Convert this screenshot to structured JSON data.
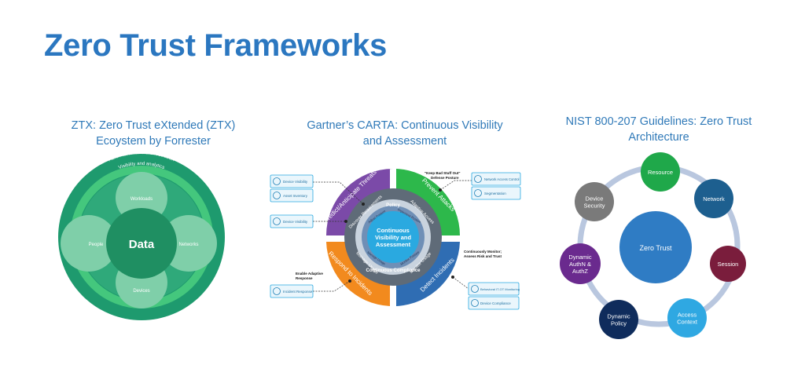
{
  "slide": {
    "title": "Zero Trust Frameworks"
  },
  "ztx": {
    "caption_line1": "ZTX: Zero Trust eXtended (ZTX)",
    "caption_line2": "Ecoystem by Forrester",
    "ring_outer": "Automation and orchestration",
    "ring_inner": "Visibility and analytics",
    "center": "Data",
    "top": "Workloads",
    "left": "People",
    "right": "Networks",
    "bottom": "Devices",
    "colors": {
      "outer": "#1e9a6e",
      "ring": "#44c77d",
      "inner": "#2fa97a",
      "petal": "#7fcfa9",
      "center": "#1f8f62"
    }
  },
  "carta": {
    "caption_line1": "Gartner’s CARTA: Continuous Visibility",
    "caption_line2": "and Assessment",
    "center_line1": "Continuous",
    "center_line2": "Visibility and",
    "center_line3": "Assessment",
    "predict": "Predict/Anticipate Threats",
    "prevent": "Prevent Attacks",
    "respond": "Respond to Incidents",
    "detect": "Detect Incidents",
    "discover": "Discover Requirements",
    "adaptive": "Adaptive Access",
    "manage": "Manage Usage",
    "monitor": "Monitor Usage",
    "policy": "Policy",
    "compliance": "Continuous Compliance",
    "inner_1": "Adjust Posture",
    "inner_2": "Implement Posture",
    "inner_3": "Monitor Posture",
    "inner_4": "Manage Usage",
    "note_bad_line1": "\"Keep Bad Stuff Out\"",
    "note_bad_line2": "Defense Posture",
    "note_monitor_line1": "Continuously Monitor;",
    "note_monitor_line2": "Assess Risk and Trust",
    "note_enable_line1": "Enable Adaptive",
    "note_enable_line2": "Response",
    "box_device_visibility_1": "Device Visibility",
    "box_asset_inventory": "Asset Inventory",
    "box_device_visibility_2": "Device Visibility",
    "box_incident_response": "Incident Response",
    "box_network_access": "Network Access Control",
    "box_segmentation": "Segmentation",
    "box_behavioral": "Behavioral IT-OT Monitoring",
    "box_device_compliance": "Device Compliance",
    "colors": {
      "purple": "#7b4aa8",
      "green": "#2db84b",
      "orange": "#f28a1e",
      "blue": "#2f6db3",
      "gray": "#5f6b78",
      "center": "#2aa9e0"
    }
  },
  "nist": {
    "caption_line1": "NIST 800-207 Guidelines: Zero Trust",
    "caption_line2": "Architecture",
    "center": "Zero Trust",
    "nodes": [
      {
        "line1": "Resource",
        "line2": "",
        "color": "#1fa84a"
      },
      {
        "line1": "Network",
        "line2": "",
        "color": "#1d5f8f"
      },
      {
        "line1": "Session",
        "line2": "",
        "color": "#7a1d3c"
      },
      {
        "line1": "Access",
        "line2": "Context",
        "color": "#2fa8e2"
      },
      {
        "line1": "Dynamic",
        "line2": "Policy",
        "color": "#0f2c5c"
      },
      {
        "line1": "Dynamic",
        "line2": "AuthN &",
        "line3": "AuthZ",
        "color": "#6a2a8e"
      },
      {
        "line1": "Device",
        "line2": "Security",
        "color": "#7a7a7a"
      }
    ],
    "colors": {
      "ring": "#b9c7df",
      "center": "#2f7cc4"
    }
  }
}
